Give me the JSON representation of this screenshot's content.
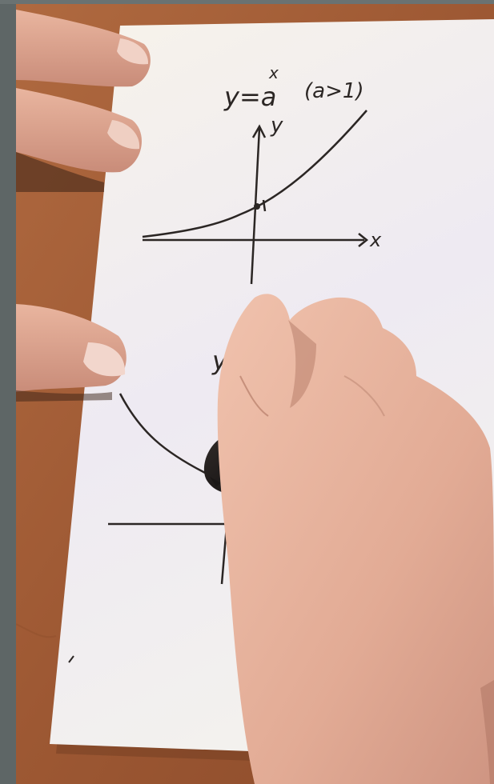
{
  "photo": {
    "subject": "hand drawing exponential graphs on paper",
    "colors": {
      "frame": "#5e6666",
      "table": "#a8623a",
      "table_dark": "#7a4426",
      "paper": "#f4efe6",
      "paper_shadow": "#dcd6ea",
      "skin": "#e8b7a2",
      "skin_shadow": "#b9806e",
      "ink": "#2b2624",
      "pen": "#2a2624"
    }
  },
  "handwriting": {
    "top_equation": "y=a",
    "top_exponent": "x",
    "top_condition": "(a>1)",
    "y_axis_label": "y",
    "x_axis_label": "x",
    "bottom_equation_partial": "y="
  }
}
